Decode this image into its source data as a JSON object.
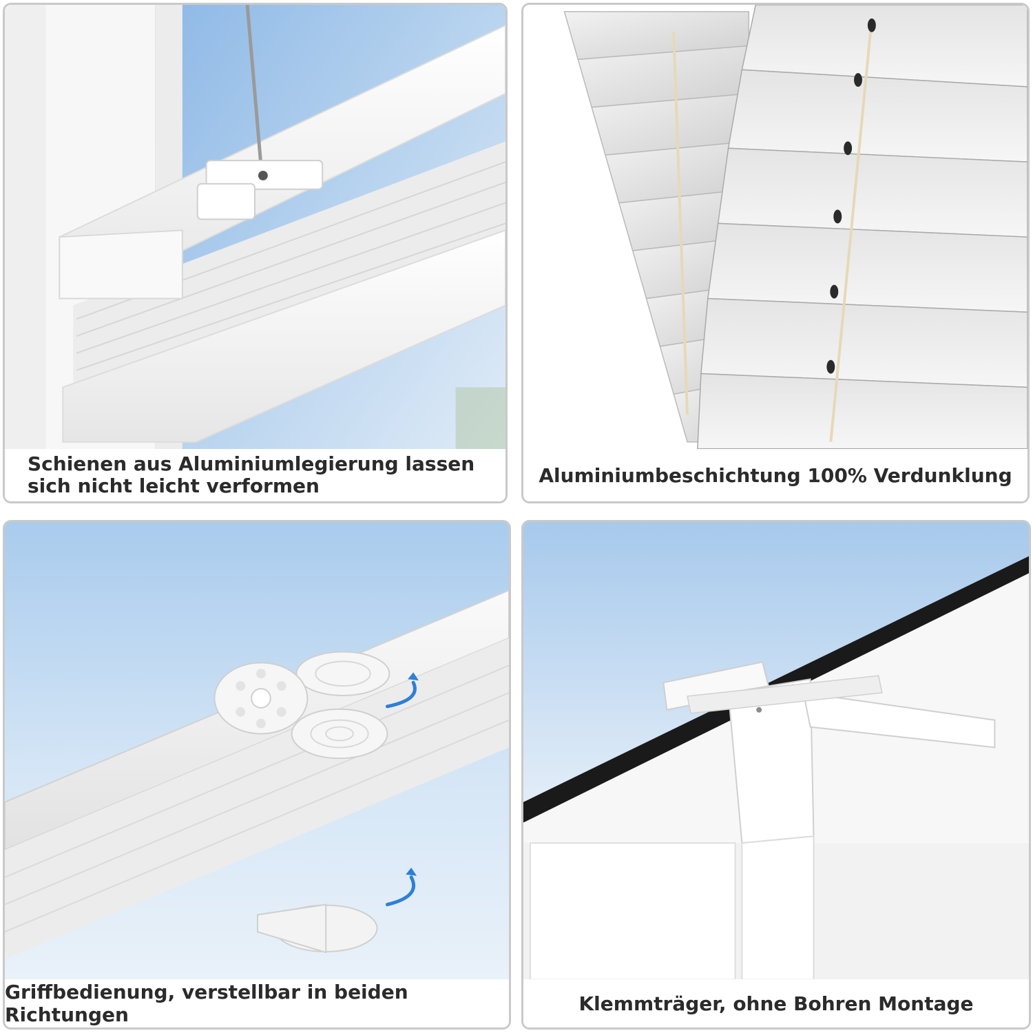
{
  "panels": [
    {
      "id": "rail",
      "caption_line1": "Schienen aus Aluminiumlegierung lassen",
      "caption_line2": "sich nicht leicht verformen"
    },
    {
      "id": "coating",
      "caption": "Aluminiumbeschichtung 100% Verdunklung"
    },
    {
      "id": "handle",
      "caption": "Griffbedienung, verstellbar in beiden Richtungen"
    },
    {
      "id": "clamp",
      "caption": "Klemmträger, ohne Bohren Montage"
    }
  ],
  "colors": {
    "sky": "#9fc4ea",
    "rail_white": "#f4f4f4",
    "shadow": "#d8d8d8",
    "arrow": "#2f7fd6",
    "seal": "#1a1a1a"
  }
}
